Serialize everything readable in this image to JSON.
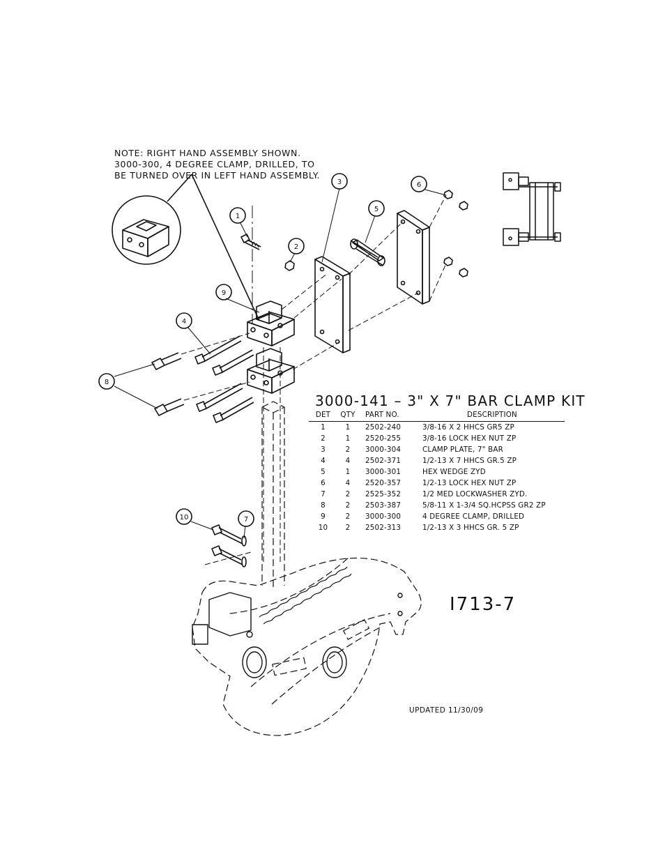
{
  "note": "NOTE: RIGHT HAND ASSEMBLY SHOWN.\n3000-300, 4 DEGREE CLAMP, DRILLED, TO\nBE TURNED OVER IN LEFT HAND ASSEMBLY.",
  "kit_title": "3000-141  –  3\"  X  7\"  BAR  CLAMP  KIT",
  "bom": {
    "headers": [
      "DET",
      "QTY",
      "PART NO.",
      "DESCRIPTION"
    ],
    "rows": [
      [
        "1",
        "1",
        "2502-240",
        "3/8-16 X 2 HHCS GR5 ZP"
      ],
      [
        "2",
        "1",
        "2520-255",
        "3/8-16 LOCK HEX NUT ZP"
      ],
      [
        "3",
        "2",
        "3000-304",
        "CLAMP PLATE, 7\" BAR"
      ],
      [
        "4",
        "4",
        "2502-371",
        "1/2-13 X 7 HHCS GR.5 ZP"
      ],
      [
        "5",
        "1",
        "3000-301",
        "HEX WEDGE ZYD"
      ],
      [
        "6",
        "4",
        "2520-357",
        "1/2-13 LOCK HEX NUT ZP"
      ],
      [
        "7",
        "2",
        "2525-352",
        "1/2 MED LOCKWASHER ZYD."
      ],
      [
        "8",
        "2",
        "2503-387",
        "5/8-11 X 1-3/4 SQ.HCPSS GR2 ZP"
      ],
      [
        "9",
        "2",
        "3000-300",
        "4 DEGREE CLAMP, DRILLED"
      ],
      [
        "10",
        "2",
        "2502-313",
        "1/2-13 X 3 HHCS GR. 5 ZP"
      ]
    ]
  },
  "balloons": [
    "1",
    "2",
    "3",
    "4",
    "5",
    "6",
    "7",
    "8",
    "9",
    "10"
  ],
  "drawing_number": "I713-7",
  "updated": "UPDATED 11/30/09"
}
